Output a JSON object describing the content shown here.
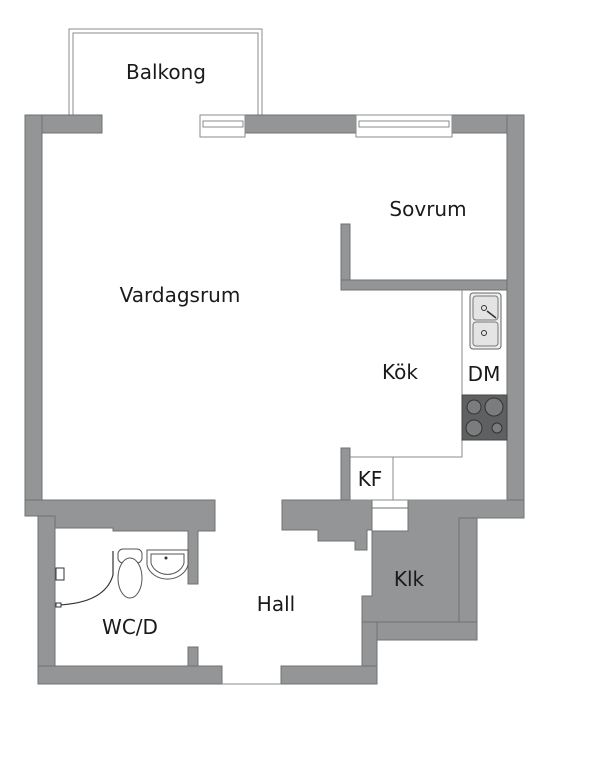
{
  "plan": {
    "wall_color": "#939596",
    "rooms": [
      {
        "id": "balkong",
        "label": "Balkong"
      },
      {
        "id": "vardagsrum",
        "label": "Vardagsrum"
      },
      {
        "id": "sovrum",
        "label": "Sovrum"
      },
      {
        "id": "kok",
        "label": "Kök"
      },
      {
        "id": "dm",
        "label": "DM"
      },
      {
        "id": "kf",
        "label": "KF"
      },
      {
        "id": "klk",
        "label": "Klk"
      },
      {
        "id": "hall",
        "label": "Hall"
      },
      {
        "id": "wcd",
        "label": "WC/D"
      }
    ]
  }
}
